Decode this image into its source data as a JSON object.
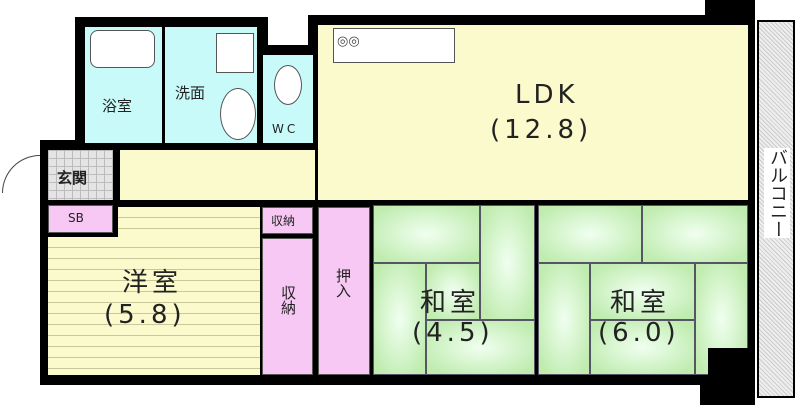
{
  "rooms": {
    "bath": "浴室",
    "washroom": "洗面",
    "wc": "WC",
    "ldk": {
      "name": "LDK",
      "size": "(12.8)"
    },
    "entrance": "玄関",
    "shoe_box": "SB",
    "western": {
      "name": "洋室",
      "size": "(5.8)"
    },
    "storage_small": "収納",
    "storage": "収納",
    "closet": "押入",
    "japanese1": {
      "name": "和室",
      "size": "(4.5)"
    },
    "japanese2": {
      "name": "和室",
      "size": "(6.0)"
    },
    "balcony": "バルコニー"
  },
  "colors": {
    "wet": "#c8fafa",
    "ldk": "#fafacc",
    "storage": "#f8c8f4",
    "tatami": "#c4f0b4"
  }
}
